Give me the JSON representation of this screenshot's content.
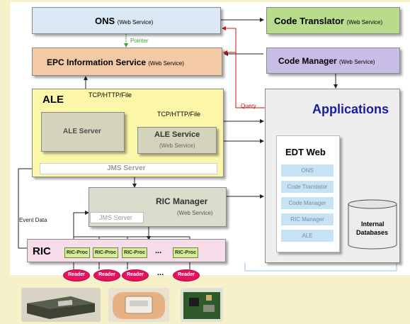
{
  "ons": {
    "title": "ONS",
    "ws": "(Web Service)"
  },
  "code_translator": {
    "title": "Code Translator",
    "ws": "(Web Service)"
  },
  "pointer": "Pointer",
  "eis": {
    "title": "EPC Information Service",
    "ws": "(Web Service)"
  },
  "code_manager": {
    "title": "Code Manager",
    "ws": "(Web Service)"
  },
  "ale": {
    "title": "ALE",
    "protocol1": "TCP/HTTP/File",
    "protocol2": "TCP/HTTP/File",
    "server": "ALE Server",
    "service": "ALE Service",
    "service_ws": "(Web Service)",
    "jms": "JMS Server"
  },
  "query": "Query",
  "applications": {
    "title": "Applications"
  },
  "edt": {
    "title": "EDT Web",
    "items": [
      "ONS",
      "Code Translator",
      "Code Manager",
      "RIC Manager",
      "ALE"
    ]
  },
  "internal_db": {
    "line1": "Internal",
    "line2": "Databases"
  },
  "ric_manager": {
    "title": "RIC Manager",
    "ws": "(Web Service)",
    "jms": "JMS Server"
  },
  "event_data": "Event Data",
  "ric": {
    "title": "RIC",
    "proc": "RIC-Proc",
    "ellipsis": "..."
  },
  "reader": {
    "label": "Reader",
    "ellipsis": "..."
  },
  "colors": {
    "ons": "#dbe8f6",
    "code_translator": "#b8dc8c",
    "eis": "#f4c9a6",
    "code_manager": "#c8bde6",
    "ale": "#fbf6a8",
    "ric_manager": "#dcdccc",
    "ric": "#f7dde9",
    "reader": "#e8115f",
    "query": "#cc1111",
    "apps": "#eeeeee"
  }
}
